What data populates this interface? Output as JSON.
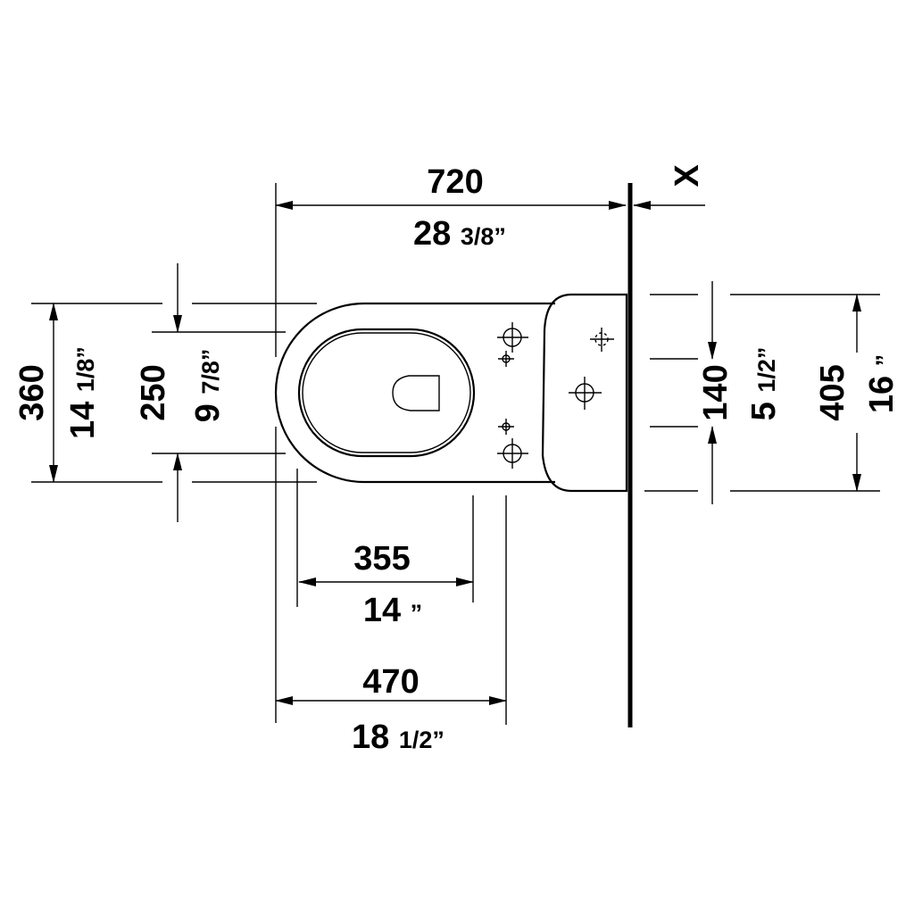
{
  "dimensions": {
    "total_length": {
      "mm": "720",
      "in_whole": "28",
      "in_frac": "3/8”"
    },
    "wall_gap": {
      "label": "X"
    },
    "total_width": {
      "mm": "360",
      "in_whole": "14",
      "in_frac": "1/8”"
    },
    "seat_width": {
      "mm": "250",
      "in_whole": "9",
      "in_frac": "7/8”"
    },
    "seat_length": {
      "mm": "355",
      "in_whole": "14",
      "in_frac": " ”"
    },
    "bowl_length": {
      "mm": "470",
      "in_whole": "18",
      "in_frac": "1/2”"
    },
    "fixing_spacing": {
      "mm": "140",
      "in_whole": "5",
      "in_frac": "1/2”"
    },
    "tank_width": {
      "mm": "405",
      "in_whole": "16",
      "in_frac": " ”"
    }
  },
  "colors": {
    "ink": "#000000",
    "background": "#ffffff"
  }
}
